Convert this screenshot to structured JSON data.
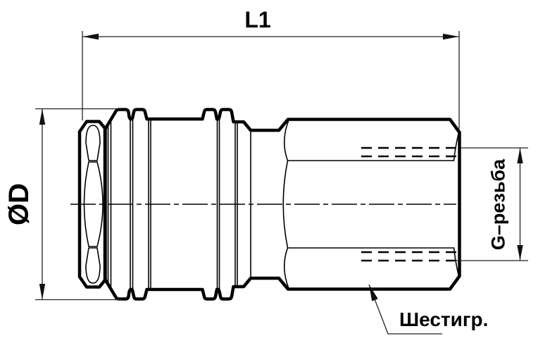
{
  "drawing": {
    "type": "technical-drawing",
    "subject": "quick-release-coupling-side-view",
    "labels": {
      "length_dim": "L1",
      "diameter_dim": "ØD",
      "thread_dim": "G–резьба",
      "hex_callout": "Шестигр."
    },
    "colors": {
      "background": "#ffffff",
      "outline": "#000000",
      "dimension": "#222222"
    }
  }
}
